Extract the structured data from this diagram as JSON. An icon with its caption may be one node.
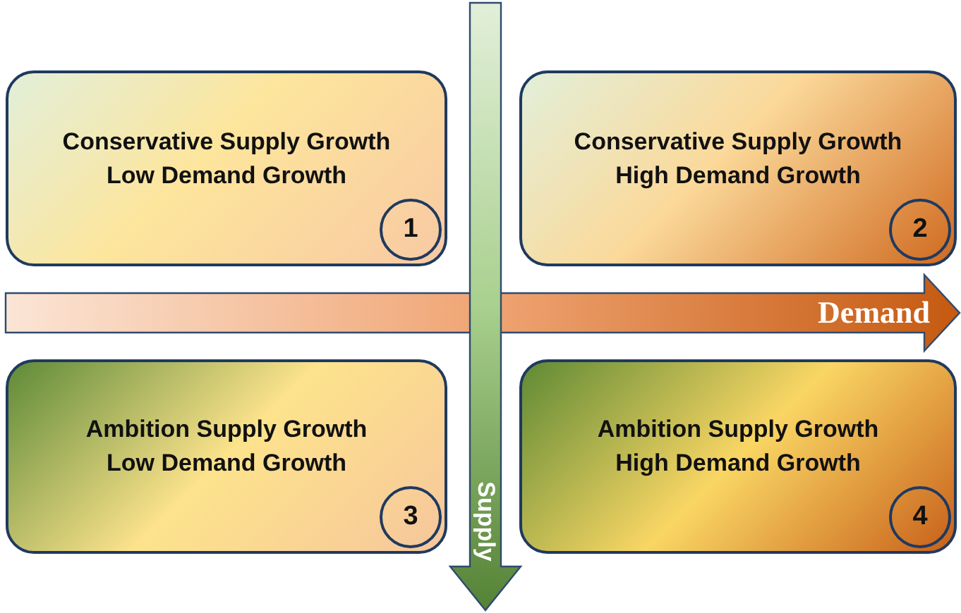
{
  "diagram": {
    "nodes": [
      {
        "text": [
          "Conservative Supply Growth",
          "Low Demand Growth"
        ]
      },
      {
        "text": [
          "1"
        ],
        "in": 0
      },
      {
        "text": [
          "Conservative Supply Growth",
          "High Demand Growth"
        ]
      },
      {
        "text": [
          "2"
        ],
        "in": 2
      },
      {
        "text": [
          "Ambition Supply Growth",
          "Low Demand Growth"
        ]
      },
      {
        "text": [
          "3"
        ],
        "in": 4
      },
      {
        "text": [
          "Ambition Supply Growth",
          "High Demand Growth"
        ]
      },
      {
        "text": [
          "4"
        ],
        "in": 6
      }
    ],
    "labels": [
      "Demand",
      "Supply"
    ]
  }
}
